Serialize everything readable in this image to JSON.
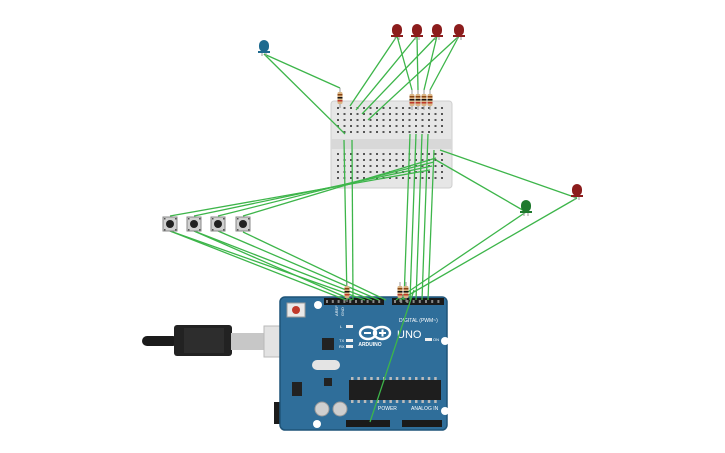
{
  "canvas": {
    "background": "#ffffff"
  },
  "colors": {
    "wire": "#3db54a",
    "board": "#2f6e9a",
    "board_edge": "#1f5478",
    "breadboard": "#e6e6e6",
    "led_red": "#8c1d1d",
    "led_green": "#1f7a2e",
    "led_blue": "#1e6a8f",
    "resistor": "#d9b382"
  },
  "arduino": {
    "brand": "ARDUINO",
    "model": "UNO",
    "digital_label": "DIGITAL (PWM~)",
    "power_label": "POWER",
    "analog_label": "ANALOG IN",
    "aref_label": "AREF",
    "gnd_label": "GND",
    "tx_label": "TX",
    "rx_label": "RX",
    "on_label": "ON",
    "l_label": "L"
  },
  "components": {
    "leds": [
      {
        "name": "led-red-1",
        "color": "red"
      },
      {
        "name": "led-red-2",
        "color": "red"
      },
      {
        "name": "led-red-3",
        "color": "red"
      },
      {
        "name": "led-red-4",
        "color": "red"
      },
      {
        "name": "led-blue",
        "color": "blue"
      },
      {
        "name": "led-green",
        "color": "green"
      },
      {
        "name": "led-red-5",
        "color": "red"
      }
    ],
    "buttons_count": 4,
    "resistors_count": 8
  }
}
